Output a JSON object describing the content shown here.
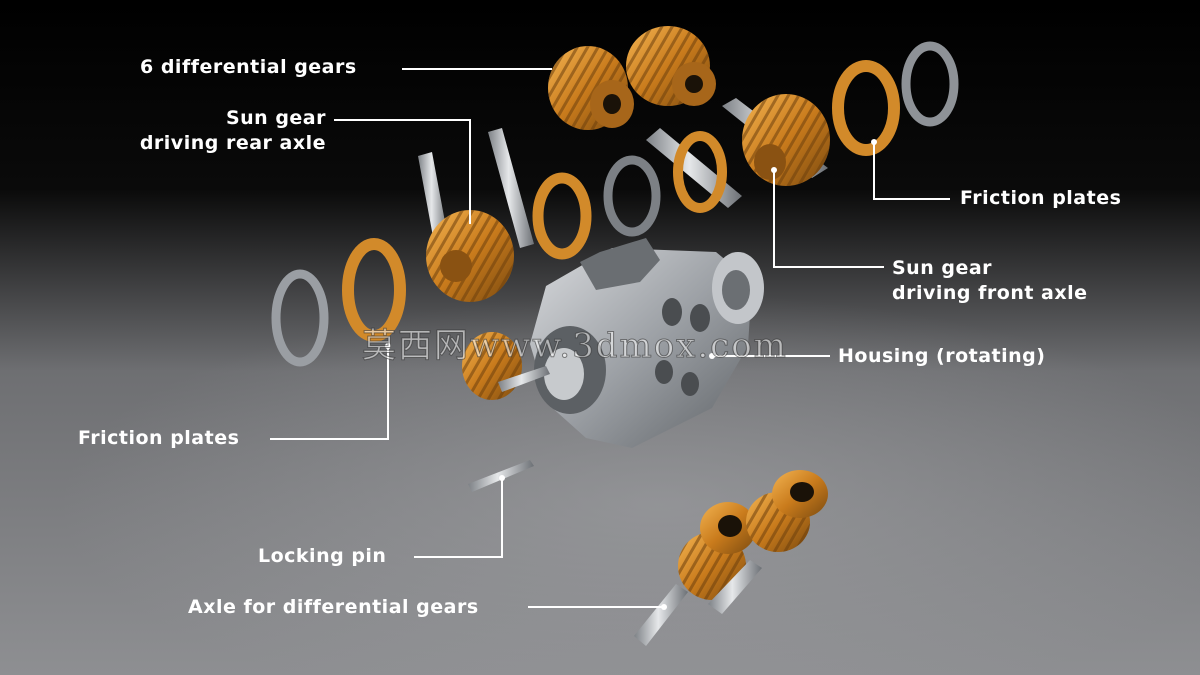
{
  "labels": {
    "diff_gears": "6 differential gears",
    "sun_rear_1": "Sun gear",
    "sun_rear_2": "driving rear axle",
    "friction_top": "Friction plates",
    "sun_front_1": "Sun gear",
    "sun_front_2": "driving front axle",
    "housing": "Housing (rotating)",
    "friction_left": "Friction plates",
    "locking_pin": "Locking pin",
    "axle": "Axle for differential gears"
  },
  "watermark": "莫西网www.3dmox.com",
  "colors": {
    "bronze": "#d08a2a",
    "bronze_dark": "#8a5212",
    "steel": "#b8bcc2",
    "label_line": "#ffffff"
  }
}
